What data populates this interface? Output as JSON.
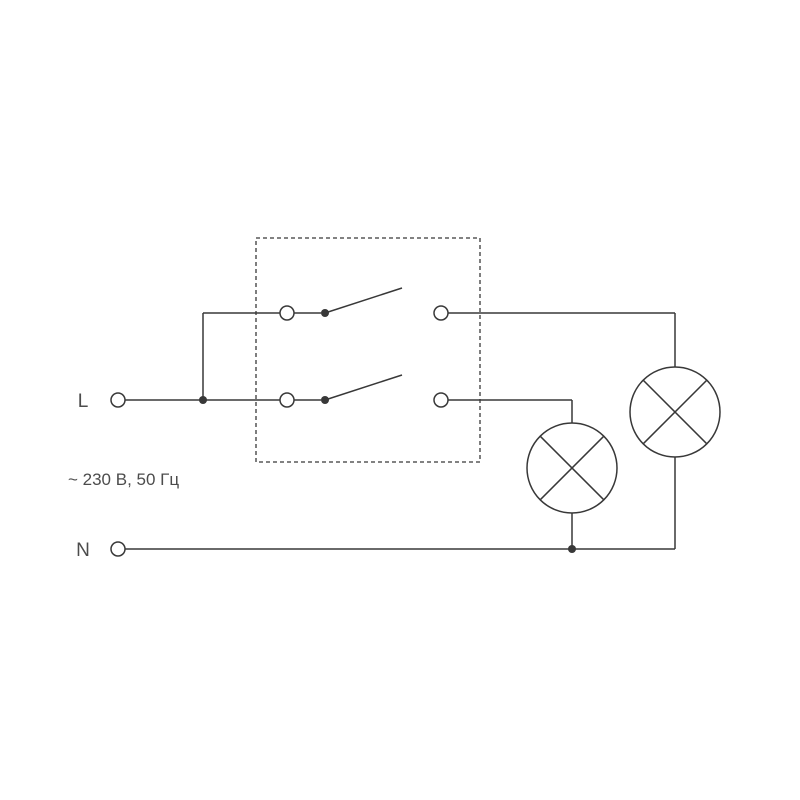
{
  "labels": {
    "live": "L",
    "neutral": "N",
    "rating": "~ 230 В, 50 Гц"
  },
  "colors": {
    "stroke": "#383838",
    "label_text": "#4c4c4c",
    "background": "#ffffff"
  }
}
